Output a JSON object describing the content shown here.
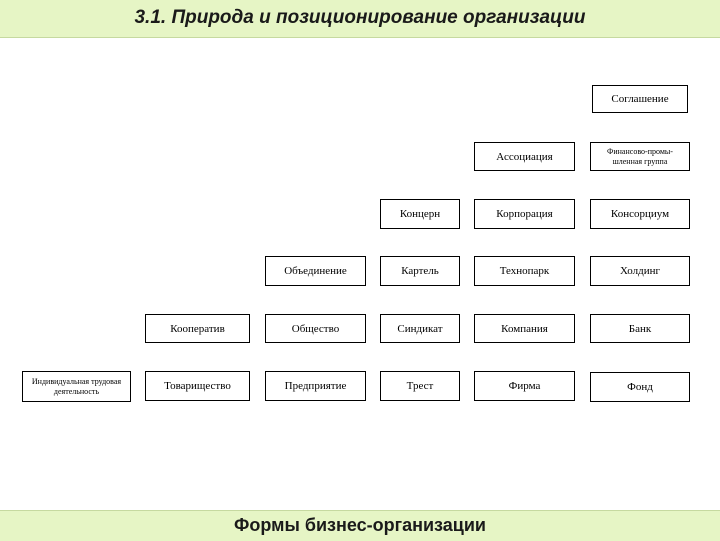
{
  "header": {
    "title": "3.1. Природа и позиционирование организации"
  },
  "footer": {
    "title": "Формы бизнес-организации"
  },
  "diagram": {
    "row1": {
      "soglashenie": "Соглашение"
    },
    "row2": {
      "associaciya": "Ассоциация",
      "fpg": "Финансово-промы-шленная группа"
    },
    "row3": {
      "koncern": "Концерн",
      "korporaciya": "Корпорация",
      "konsorcium": "Консорциум"
    },
    "row4": {
      "obedinenie": "Объединение",
      "kartel": "Картель",
      "tehnopark": "Технопарк",
      "holding": "Холдинг"
    },
    "row5": {
      "kooperativ": "Кооператив",
      "obshchestvo": "Общество",
      "sindikat": "Синдикат",
      "kompaniya": "Компания",
      "bank": "Банк"
    },
    "row6": {
      "itd": "Индивидуальная трудовая деятельность",
      "tovarishchestvo": "Товарищество",
      "predpriyatie": "Предприятие",
      "trest": "Трест",
      "firma": "Фирма",
      "fond": "Фонд"
    }
  }
}
